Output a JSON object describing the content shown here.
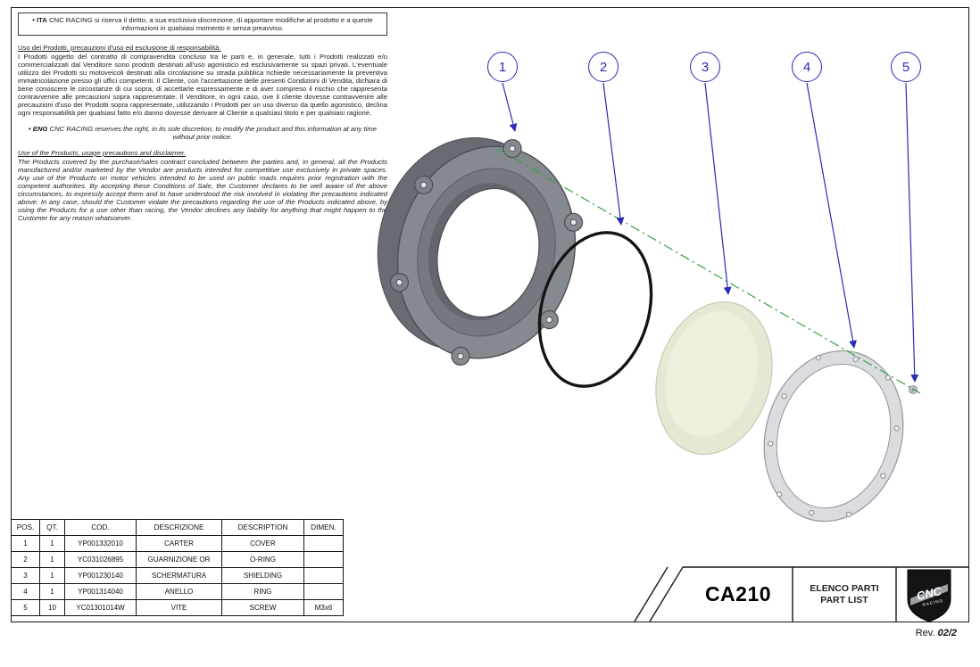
{
  "page": {
    "rev_label": "Rev.",
    "rev_value": "02/2"
  },
  "colors": {
    "balloon_blue": "#2b2bb4",
    "axis_green": "#3c9e46"
  },
  "notices": {
    "ita_prefix": "• ITA",
    "ita_notice": "CNC RACING si riserva il diritto, a sua esclusiva discrezione, di apportare modifiche al prodotto e a queste informazioni in qualsiasi momento e senza preavviso.",
    "ita_disclaimer_title": "Uso dei Prodotti, precauzioni d'uso ed esclusione di responsabilità.",
    "ita_disclaimer_body": "I Prodotti oggetto del contratto di compravendita concluso tra le parti e, in generale, tutti i Prodotti realizzati e/o commercializzati dal Venditore sono prodotti destinati all'uso agonistico ed esclusivamente su spazi privati. L'eventuale utilizzo dei Prodotti su motoveicoli destinati alla circolazione su strada pubblica richiede necessariamente la preventiva immatricolazione presso gli uffici competenti. Il Cliente, con l'accettazione delle presenti Condizioni di Vendita, dichiara di bene conoscere le circostanze di cui sopra, di accettarle espressamente e di aver compreso il rischio che rappresenta contravvenire alle precauzioni sopra rappresentate. Il Venditore, in ogni caso, ove il cliente dovesse contravvenire alle precauzioni d'uso dei Prodotti sopra rappresentate, utilizzando i Prodotti per un uso diverso da quello agonistico, declina ogni responsabilità per qualsiasi fatto e/o danno dovesse derivare al Cliente a qualsiasi titolo e per qualsiasi ragione.",
    "eng_prefix": "• ENG",
    "eng_notice": "CNC RACING reserves the right, in its sole discretion, to modify the product and this information at any time without prior notice.",
    "eng_disclaimer_title": "Use of the Products, usage precautions and disclaimer.",
    "eng_disclaimer_body": "The Products covered by the purchase/sales contract concluded between the parties and, in general, all the Products manufactured and/or marketed by the Vendor are products intended for competitive use exclusively in private spaces. Any use of the Products on motor vehicles intended to be used on public roads requires prior registration with the competent authorities. By accepting these Conditions of Sale, the Customer declares to be well aware of the above circumstances, to expressly accept them and to have understood the risk involved in violating the precautions indicated above. In any case, should the Customer violate the precautions regarding the use of the Products indicated above, by using the Products for a use other than racing, the Vendor declines any liability for anything that might happen to the Customer for any reason whatsoever."
  },
  "balloons": [
    {
      "label": "1"
    },
    {
      "label": "2"
    },
    {
      "label": "3"
    },
    {
      "label": "4"
    },
    {
      "label": "5"
    }
  ],
  "parts_table": {
    "headers": [
      "POS.",
      "QT.",
      "COD.",
      "DESCRIZIONE",
      "DESCRIPTION",
      "DIMEN."
    ],
    "rows": [
      {
        "pos": "1",
        "qty": "1",
        "cod": "YP001332010",
        "descrizione": "CARTER",
        "description": "COVER",
        "dimen": ""
      },
      {
        "pos": "2",
        "qty": "1",
        "cod": "YC031026895",
        "descrizione": "GUARNIZIONE OR",
        "description": "O-RING",
        "dimen": ""
      },
      {
        "pos": "3",
        "qty": "1",
        "cod": "YP001230140",
        "descrizione": "SCHERMATURA",
        "description": "SHIELDING",
        "dimen": ""
      },
      {
        "pos": "4",
        "qty": "1",
        "cod": "YP001314040",
        "descrizione": "ANELLO",
        "description": "RING",
        "dimen": ""
      },
      {
        "pos": "5",
        "qty": "10",
        "cod": "YC01301014W",
        "descrizione": "VITE",
        "description": "SCREW",
        "dimen": "M3x6"
      }
    ]
  },
  "title_block": {
    "drawing_code": "CA210",
    "title_line1": "ELENCO PARTI",
    "title_line2": "PART LIST",
    "logo_text": "CNC",
    "logo_subtext": "RACING"
  }
}
